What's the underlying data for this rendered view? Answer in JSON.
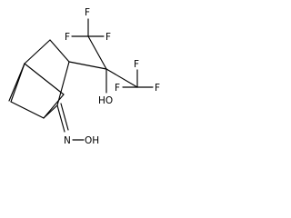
{
  "molecule": {
    "labels": {
      "cf3_top": [
        "F",
        "F",
        "F"
      ],
      "cf3_right": [
        "F",
        "F",
        "F"
      ],
      "hydroxyl": "HO",
      "oxime": "N",
      "oxime_hydroxyl": "OH"
    }
  }
}
